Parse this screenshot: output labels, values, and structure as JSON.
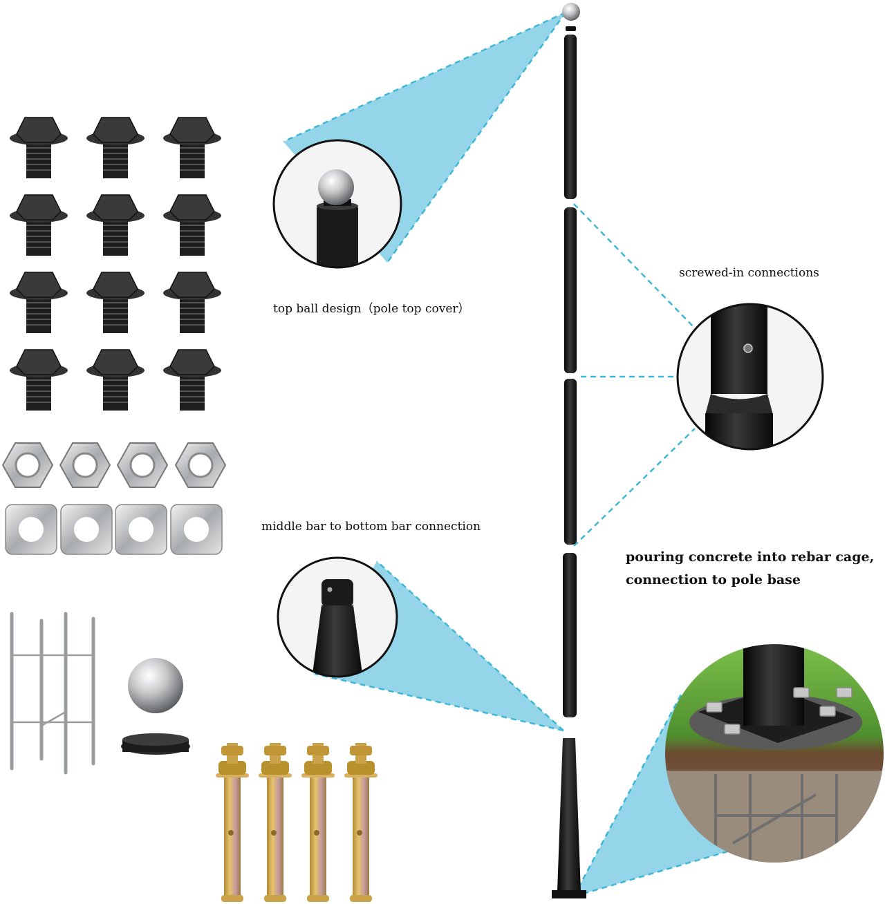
{
  "labels": {
    "top_ball": "top ball design（pole top cover）",
    "screwed": "screwed-in connections",
    "middle_bottom": "middle bar to bottom bar connection",
    "pouring_line1": "pouring concrete into rebar cage,",
    "pouring_line2": "connection to pole base"
  },
  "parts": {
    "flange_bolts": 12,
    "hex_nuts": 4,
    "square_washers": 4,
    "rebar_cage": 1,
    "top_ball": 1,
    "end_cap": 1,
    "expansion_bolts": 4
  },
  "colors": {
    "highlight": "#8fd3e8",
    "callout_line": "#3fb6d6",
    "pole": "#1a1a1a",
    "bolt": "#2e2e2e",
    "steel": "#b9bcbf",
    "anchor_body": "#c9a24a",
    "grass": "#5a9a35"
  }
}
